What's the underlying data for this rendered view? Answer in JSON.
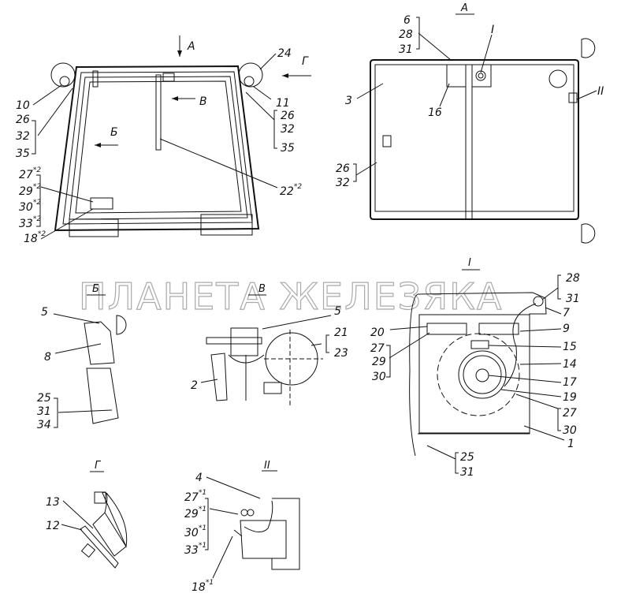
{
  "watermark": "ПЛАНЕТА ЖЕЛЕЗЯКА",
  "views": {
    "main": {
      "arrow_a": "А",
      "arrow_g": "Г",
      "arrow_v": "В",
      "arrow_b": "Б",
      "labels": [
        "24",
        "10",
        "26",
        "32",
        "35",
        "11",
        "26",
        "32",
        "35",
        "22",
        "27",
        "29",
        "30",
        "33",
        "18"
      ],
      "sup": "*2"
    },
    "view_a": {
      "title": "А",
      "labels": [
        "6",
        "28",
        "31",
        "I",
        "3",
        "16",
        "II",
        "26",
        "32"
      ]
    },
    "view_b": {
      "title": "Б",
      "labels": [
        "5",
        "8",
        "25",
        "31",
        "34"
      ]
    },
    "view_v": {
      "title": "В",
      "labels": [
        "5",
        "21",
        "23",
        "2"
      ]
    },
    "view_i": {
      "title": "I",
      "labels": [
        "28",
        "31",
        "20",
        "27",
        "29",
        "30",
        "7",
        "9",
        "15",
        "14",
        "17",
        "19",
        "27",
        "30",
        "1",
        "25",
        "31"
      ]
    },
    "view_g": {
      "title": "Г",
      "labels": [
        "13",
        "12"
      ]
    },
    "view_ii": {
      "title": "II",
      "labels": [
        "4",
        "27",
        "29",
        "30",
        "33",
        "18"
      ],
      "sup": "*1"
    }
  }
}
